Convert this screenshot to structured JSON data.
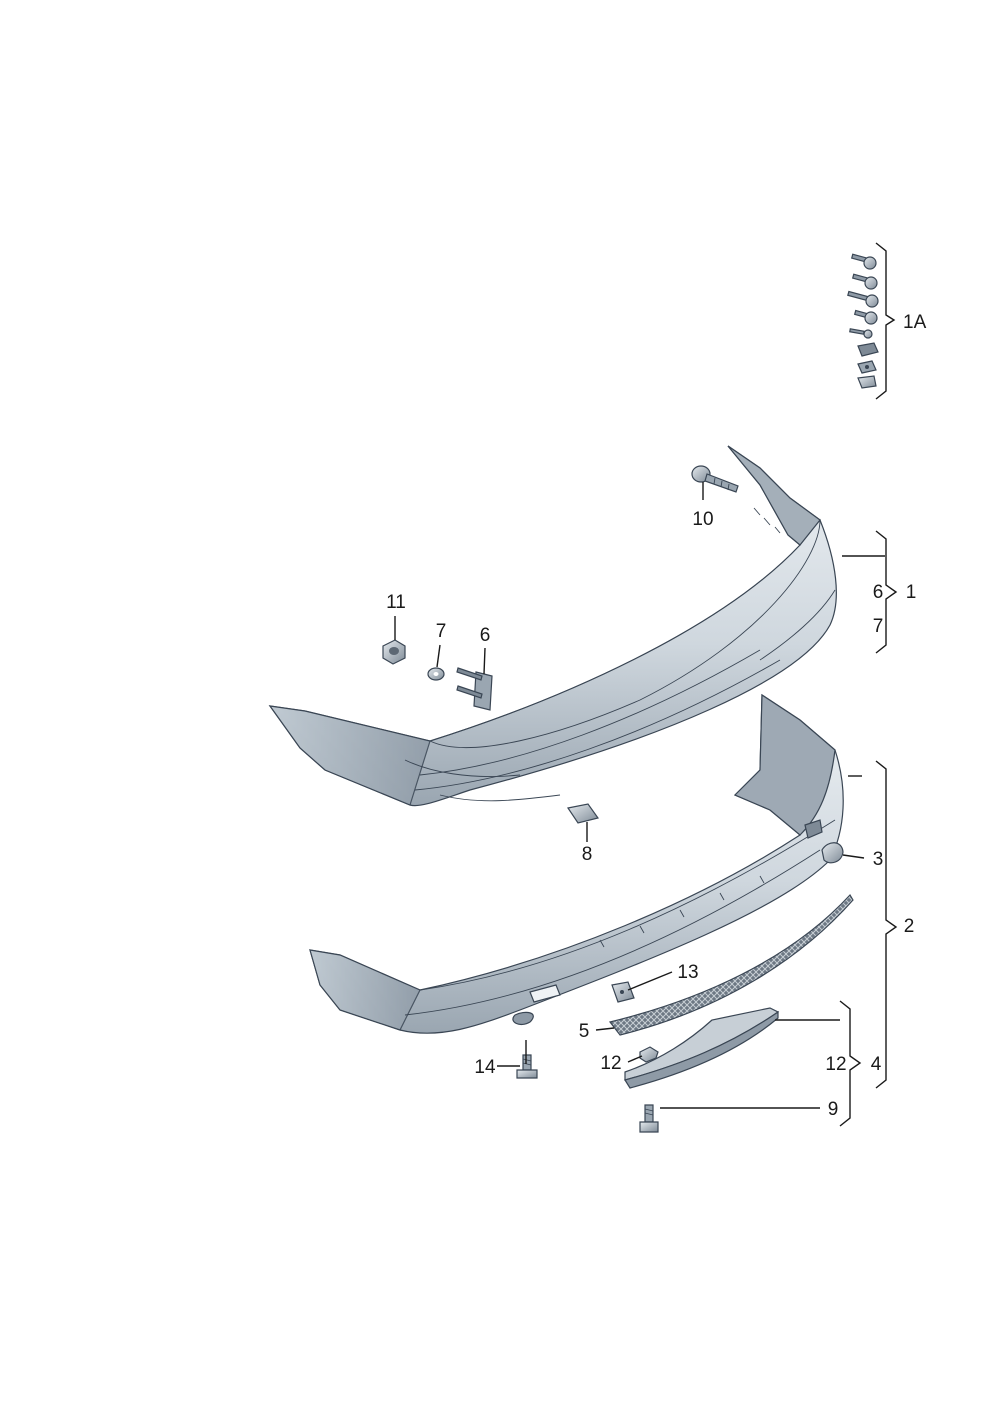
{
  "callouts": {
    "c1A": "1A",
    "c10": "10",
    "c11": "11",
    "c7": "7",
    "c6": "6",
    "c6r": "6",
    "c1": "1",
    "c7r": "7",
    "c8": "8",
    "c3": "3",
    "c2": "2",
    "c13": "13",
    "c5": "5",
    "c12l": "12",
    "c12r": "12",
    "c4": "4",
    "c14": "14",
    "c9": "9"
  },
  "colors": {
    "bumper_light": "#dfe5ea",
    "bumper_mid": "#b9c3cc",
    "bumper_dark": "#8e9aa6",
    "line": "#1a1a1a"
  }
}
